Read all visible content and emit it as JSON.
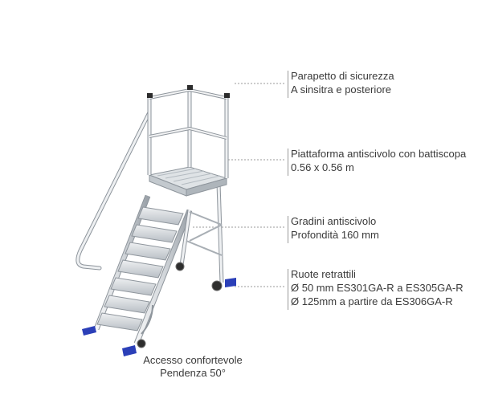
{
  "callouts": [
    {
      "line1": "Parapetto di sicurezza",
      "line2": "A sinsitra e posteriore"
    },
    {
      "line1": "Piattaforma antiscivolo con battiscopa",
      "line2": "0.56 x 0.56 m"
    },
    {
      "line1": "Gradini antiscivolo",
      "line2": "Profondità 160 mm"
    },
    {
      "line1": "Ruote retrattili",
      "line2": "Ø 50 mm ES301GA-R a ES305GA-R",
      "line3": "Ø 125mm a partire da ES306GA-R"
    }
  ],
  "access": {
    "line1": "Accesso confortevole",
    "line2": "Pendenza 50°"
  },
  "colors": {
    "aluminium": "#c9ced3",
    "frame_edge": "#8e959c",
    "wheel": "#2b3fb8",
    "leader": "#9a9a9a",
    "text": "#3a3a3a"
  }
}
